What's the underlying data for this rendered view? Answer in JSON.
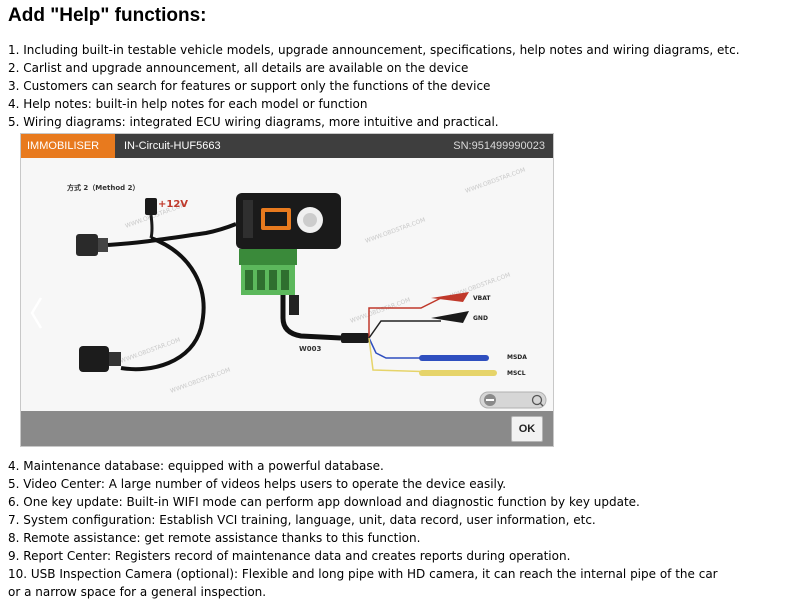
{
  "heading": "Add \"Help\" functions:",
  "top_items": [
    "1. Including built-in testable vehicle models, upgrade announcement, specifications, help notes and wiring diagrams, etc.",
    "2. Carlist and upgrade announcement, all details are available on the device",
    "3. Customers can search for features or support only the functions of the device",
    "4. Help notes: built-in help notes for each model or function",
    "5. Wiring diagrams: integrated ECU wiring diagrams, more intuitive and practical."
  ],
  "device_screen": {
    "tab": "IMMOBILISER",
    "module": "IN-Circuit-HUF5663",
    "serial": "SN:951499990023",
    "method_label": "方式 2（Method 2）",
    "voltage_label": "+12V",
    "cable_label": "W003",
    "wire_labels": [
      "VBAT",
      "GND",
      "MSDA",
      "MSCL"
    ],
    "watermark": "WWW.OBDSTAR.COM",
    "ok_label": "OK",
    "colors": {
      "header": "#3e3e3e",
      "tab": "#e87a1e",
      "footer": "#8a8a8a",
      "wire_vbat": "#c0392b",
      "wire_gnd": "#222222",
      "wire_msda": "#2f4fbf",
      "wire_mscl": "#e6d46a"
    }
  },
  "bottom_items": [
    "4. Maintenance database: equipped with a powerful database.",
    "5. Video Center: A large number of videos helps users to operate the device easily.",
    "6. One key update: Built-in WIFI mode can perform app download and diagnostic function by key update.",
    "7. System configuration: Establish VCI training, language, unit, data record, user information, etc.",
    "8. Remote assistance: get remote assistance thanks to this function.",
    "9. Report Center: Registers record of maintenance data and creates reports during operation.",
    "10. USB Inspection Camera (optional): Flexible and long pipe with HD camera, it can reach the internal pipe of the car or a narrow space for a general inspection."
  ]
}
